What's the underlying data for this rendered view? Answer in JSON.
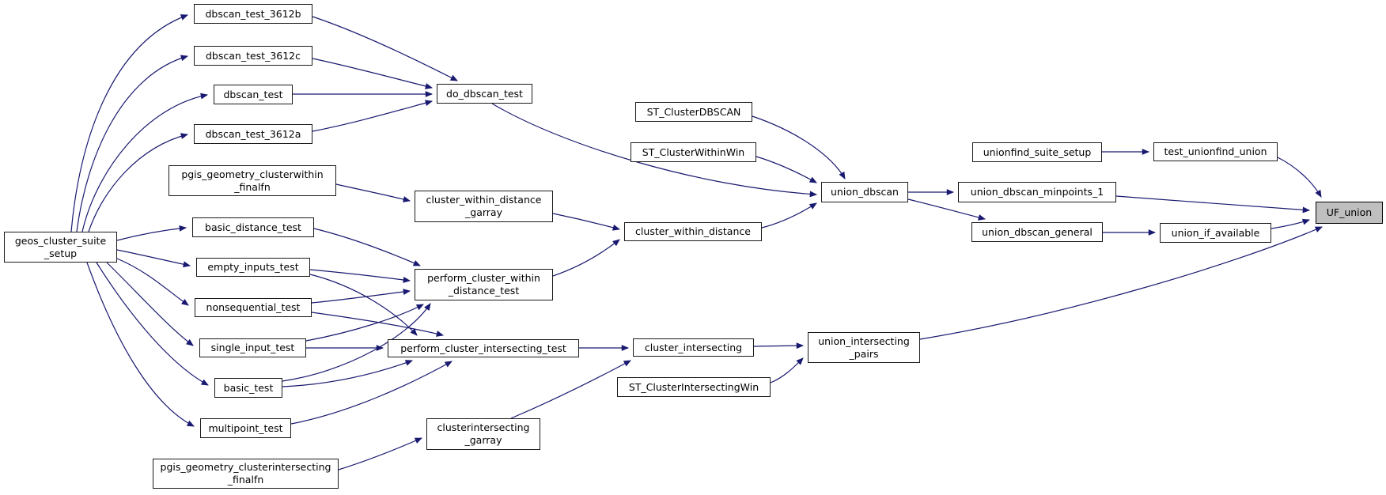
{
  "diagram": {
    "type": "call-graph",
    "highlighted_node": "UF_union",
    "colors": {
      "background": "#ffffff",
      "edge": "#191970",
      "node_fill": "#ffffff",
      "node_border": "#1a1a1a",
      "highlight_fill": "#bfbfbf",
      "text": "#000000"
    }
  },
  "nodes": [
    {
      "id": "geos_cluster_suite_setup",
      "label": "geos_cluster_suite\n_setup"
    },
    {
      "id": "dbscan_test_3612b",
      "label": "dbscan_test_3612b"
    },
    {
      "id": "dbscan_test_3612c",
      "label": "dbscan_test_3612c"
    },
    {
      "id": "dbscan_test",
      "label": "dbscan_test"
    },
    {
      "id": "dbscan_test_3612a",
      "label": "dbscan_test_3612a"
    },
    {
      "id": "pgis_geometry_clusterwithin_finalfn",
      "label": "pgis_geometry_clusterwithin\n_finalfn"
    },
    {
      "id": "basic_distance_test",
      "label": "basic_distance_test"
    },
    {
      "id": "empty_inputs_test",
      "label": "empty_inputs_test"
    },
    {
      "id": "nonsequential_test",
      "label": "nonsequential_test"
    },
    {
      "id": "single_input_test",
      "label": "single_input_test"
    },
    {
      "id": "basic_test",
      "label": "basic_test"
    },
    {
      "id": "multipoint_test",
      "label": "multipoint_test"
    },
    {
      "id": "pgis_geometry_clusterintersecting_finalfn",
      "label": "pgis_geometry_clusterintersecting\n_finalfn"
    },
    {
      "id": "do_dbscan_test",
      "label": "do_dbscan_test"
    },
    {
      "id": "cluster_within_distance_garray",
      "label": "cluster_within_distance\n_garray"
    },
    {
      "id": "perform_cluster_within_distance_test",
      "label": "perform_cluster_within\n_distance_test"
    },
    {
      "id": "perform_cluster_intersecting_test",
      "label": "perform_cluster_intersecting_test"
    },
    {
      "id": "clusterintersecting_garray",
      "label": "clusterintersecting\n_garray"
    },
    {
      "id": "ST_ClusterDBSCAN",
      "label": "ST_ClusterDBSCAN"
    },
    {
      "id": "ST_ClusterWithinWin",
      "label": "ST_ClusterWithinWin"
    },
    {
      "id": "cluster_within_distance",
      "label": "cluster_within_distance"
    },
    {
      "id": "cluster_intersecting",
      "label": "cluster_intersecting"
    },
    {
      "id": "ST_ClusterIntersectingWin",
      "label": "ST_ClusterIntersectingWin"
    },
    {
      "id": "union_dbscan",
      "label": "union_dbscan"
    },
    {
      "id": "union_intersecting_pairs",
      "label": "union_intersecting\n_pairs"
    },
    {
      "id": "unionfind_suite_setup",
      "label": "unionfind_suite_setup"
    },
    {
      "id": "union_dbscan_minpoints_1",
      "label": "union_dbscan_minpoints_1"
    },
    {
      "id": "union_dbscan_general",
      "label": "union_dbscan_general"
    },
    {
      "id": "test_unionfind_union",
      "label": "test_unionfind_union"
    },
    {
      "id": "union_if_available",
      "label": "union_if_available"
    },
    {
      "id": "UF_union",
      "label": "UF_union"
    }
  ],
  "edges": [
    {
      "from": "geos_cluster_suite_setup",
      "to": "dbscan_test_3612b"
    },
    {
      "from": "geos_cluster_suite_setup",
      "to": "dbscan_test_3612c"
    },
    {
      "from": "geos_cluster_suite_setup",
      "to": "dbscan_test"
    },
    {
      "from": "geos_cluster_suite_setup",
      "to": "dbscan_test_3612a"
    },
    {
      "from": "geos_cluster_suite_setup",
      "to": "basic_distance_test"
    },
    {
      "from": "geos_cluster_suite_setup",
      "to": "empty_inputs_test"
    },
    {
      "from": "geos_cluster_suite_setup",
      "to": "nonsequential_test"
    },
    {
      "from": "geos_cluster_suite_setup",
      "to": "single_input_test"
    },
    {
      "from": "geos_cluster_suite_setup",
      "to": "basic_test"
    },
    {
      "from": "geos_cluster_suite_setup",
      "to": "multipoint_test"
    },
    {
      "from": "dbscan_test_3612b",
      "to": "do_dbscan_test"
    },
    {
      "from": "dbscan_test_3612c",
      "to": "do_dbscan_test"
    },
    {
      "from": "dbscan_test",
      "to": "do_dbscan_test"
    },
    {
      "from": "dbscan_test_3612a",
      "to": "do_dbscan_test"
    },
    {
      "from": "do_dbscan_test",
      "to": "union_dbscan"
    },
    {
      "from": "ST_ClusterDBSCAN",
      "to": "union_dbscan"
    },
    {
      "from": "ST_ClusterWithinWin",
      "to": "union_dbscan"
    },
    {
      "from": "cluster_within_distance",
      "to": "union_dbscan"
    },
    {
      "from": "pgis_geometry_clusterwithin_finalfn",
      "to": "cluster_within_distance_garray"
    },
    {
      "from": "cluster_within_distance_garray",
      "to": "cluster_within_distance"
    },
    {
      "from": "perform_cluster_within_distance_test",
      "to": "cluster_within_distance"
    },
    {
      "from": "basic_distance_test",
      "to": "perform_cluster_within_distance_test"
    },
    {
      "from": "empty_inputs_test",
      "to": "perform_cluster_within_distance_test"
    },
    {
      "from": "empty_inputs_test",
      "to": "perform_cluster_intersecting_test"
    },
    {
      "from": "nonsequential_test",
      "to": "perform_cluster_within_distance_test"
    },
    {
      "from": "nonsequential_test",
      "to": "perform_cluster_intersecting_test"
    },
    {
      "from": "single_input_test",
      "to": "perform_cluster_within_distance_test"
    },
    {
      "from": "single_input_test",
      "to": "perform_cluster_intersecting_test"
    },
    {
      "from": "basic_test",
      "to": "perform_cluster_within_distance_test"
    },
    {
      "from": "basic_test",
      "to": "perform_cluster_intersecting_test"
    },
    {
      "from": "multipoint_test",
      "to": "perform_cluster_intersecting_test"
    },
    {
      "from": "perform_cluster_intersecting_test",
      "to": "cluster_intersecting"
    },
    {
      "from": "clusterintersecting_garray",
      "to": "cluster_intersecting"
    },
    {
      "from": "pgis_geometry_clusterintersecting_finalfn",
      "to": "clusterintersecting_garray"
    },
    {
      "from": "cluster_intersecting",
      "to": "union_intersecting_pairs"
    },
    {
      "from": "ST_ClusterIntersectingWin",
      "to": "union_intersecting_pairs"
    },
    {
      "from": "union_intersecting_pairs",
      "to": "UF_union"
    },
    {
      "from": "union_dbscan",
      "to": "union_dbscan_minpoints_1"
    },
    {
      "from": "union_dbscan",
      "to": "union_dbscan_general"
    },
    {
      "from": "unionfind_suite_setup",
      "to": "test_unionfind_union"
    },
    {
      "from": "test_unionfind_union",
      "to": "UF_union"
    },
    {
      "from": "union_dbscan_minpoints_1",
      "to": "UF_union"
    },
    {
      "from": "union_dbscan_general",
      "to": "union_if_available"
    },
    {
      "from": "union_if_available",
      "to": "UF_union"
    }
  ]
}
